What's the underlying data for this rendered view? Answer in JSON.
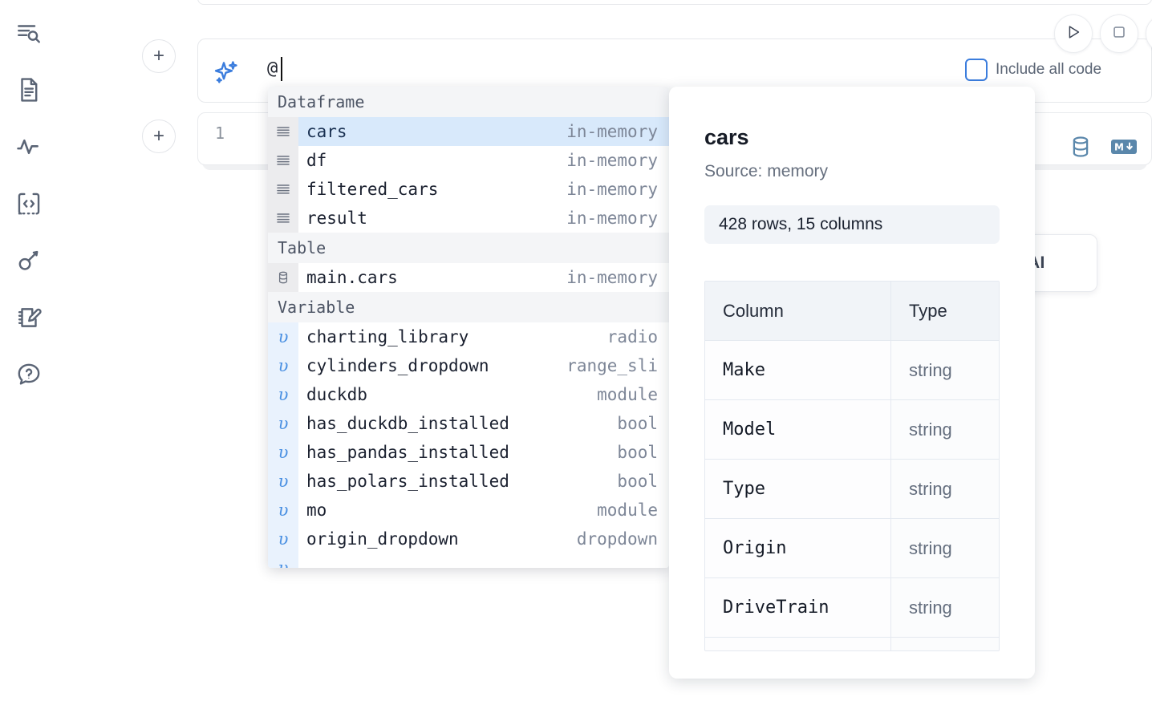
{
  "sidebar": {
    "items": [
      {
        "name": "explore-outline-icon",
        "label": "Outline / search"
      },
      {
        "name": "file-text-icon",
        "label": "Notebook file"
      },
      {
        "name": "activity-pulse-icon",
        "label": "Activity"
      },
      {
        "name": "code-snippet-icon",
        "label": "Snippets"
      },
      {
        "name": "key-icon",
        "label": "Secrets"
      },
      {
        "name": "scratchpad-edit-icon",
        "label": "Scratchpad"
      },
      {
        "name": "help-chat-icon",
        "label": "Help"
      }
    ]
  },
  "toolbar": {
    "run_label": "Run",
    "stop_label": "Interrupt",
    "extra_label": "More"
  },
  "ai_cell": {
    "sparkle_icon": "ai-sparkle-icon",
    "input_value": "@",
    "include_all_code_label": "Include all code",
    "include_all_code_checked": false
  },
  "code_cell": {
    "line_number": "1",
    "database_icon": "database-icon",
    "markdown_icon": "markdown-download-icon"
  },
  "add_cell": {
    "label": "+"
  },
  "floating_chip": {
    "label": "AI"
  },
  "autocomplete": {
    "sections": [
      {
        "title": "Dataframe",
        "gutter_class": "g-frame",
        "glyph": "lines",
        "items": [
          {
            "name": "cars",
            "kind": "in-memory",
            "selected": true
          },
          {
            "name": "df",
            "kind": "in-memory",
            "selected": false
          },
          {
            "name": "filtered_cars",
            "kind": "in-memory",
            "selected": false
          },
          {
            "name": "result",
            "kind": "in-memory",
            "selected": false
          }
        ]
      },
      {
        "title": "Table",
        "gutter_class": "g-table",
        "glyph": "db",
        "items": [
          {
            "name": "main.cars",
            "kind": "in-memory",
            "selected": false
          }
        ]
      },
      {
        "title": "Variable",
        "gutter_class": "g-var",
        "glyph": "upsilon",
        "items": [
          {
            "name": "charting_library",
            "kind": "radio",
            "selected": false
          },
          {
            "name": "cylinders_dropdown",
            "kind": "range_sli",
            "selected": false
          },
          {
            "name": "duckdb",
            "kind": "module",
            "selected": false
          },
          {
            "name": "has_duckdb_installed",
            "kind": "bool",
            "selected": false
          },
          {
            "name": "has_pandas_installed",
            "kind": "bool",
            "selected": false
          },
          {
            "name": "has_polars_installed",
            "kind": "bool",
            "selected": false
          },
          {
            "name": "mo",
            "kind": "module",
            "selected": false
          },
          {
            "name": "origin_dropdown",
            "kind": "dropdown",
            "selected": false
          }
        ]
      }
    ]
  },
  "doc_panel": {
    "title": "cars",
    "source": "Source: memory",
    "shape_badge": "428 rows, 15 columns",
    "table": {
      "headers": [
        "Column",
        "Type"
      ],
      "rows": [
        [
          "Make",
          "string"
        ],
        [
          "Model",
          "string"
        ],
        [
          "Type",
          "string"
        ],
        [
          "Origin",
          "string"
        ],
        [
          "DriveTrain",
          "string"
        ]
      ]
    }
  },
  "colors": {
    "accent_blue": "#3b7ddd",
    "selected_row": "#d8e9fb",
    "section_bg": "#f4f5f7",
    "var_gutter": "#e9f2fd",
    "icon_slate": "#5a6475"
  }
}
